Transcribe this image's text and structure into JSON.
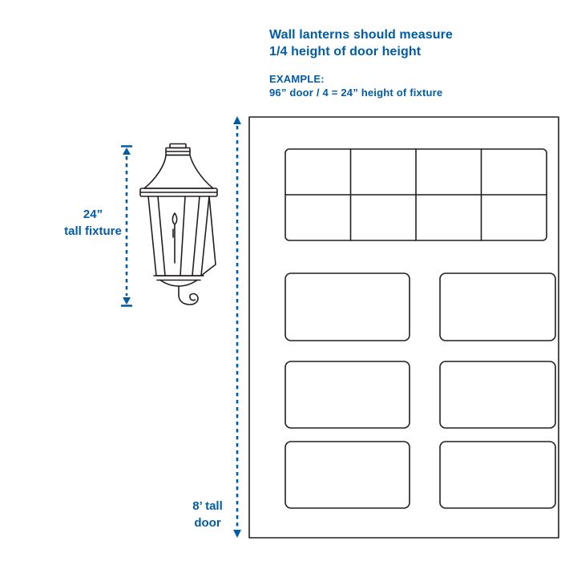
{
  "colors": {
    "accent": "#005CA9",
    "line": "#231F20",
    "background": "#FFFFFF"
  },
  "heading": {
    "line1": "Wall lanterns should measure",
    "line2": "1/4 height of door height"
  },
  "example": {
    "label": "EXAMPLE:",
    "formula": "96” door / 4 = 24” height of fixture"
  },
  "fixture_measurement": {
    "value": "24”",
    "caption": "tall fixture"
  },
  "door_measurement": {
    "value": "8’ tall",
    "caption": "door"
  },
  "illustrations": {
    "lantern": "wall-lantern-line-drawing",
    "door": "eight-foot door with 4x2 window grid and six panels",
    "dimension_lines": "dashed blue vertical lines with end arrows"
  }
}
